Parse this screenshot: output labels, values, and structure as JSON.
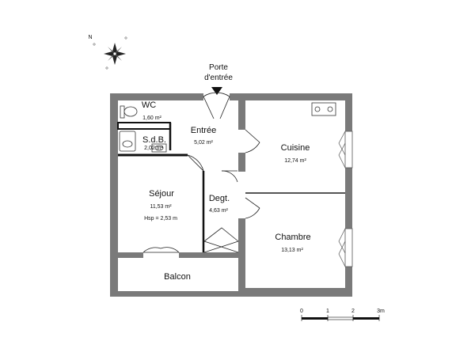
{
  "entry_label": [
    "Porte",
    "d'entrée"
  ],
  "rooms": {
    "wc": {
      "name": "WC",
      "area": "1,60 m²"
    },
    "sdb": {
      "name": "S.d.B.",
      "area": "2,02 m²"
    },
    "entree": {
      "name": "Entrée",
      "area": "5,02 m²"
    },
    "cuisine": {
      "name": "Cuisine",
      "area": "12,74 m²"
    },
    "sejour": {
      "name": "Séjour",
      "area": "11,53 m²",
      "note": "Hsp = 2,53 m"
    },
    "degt": {
      "name": "Degt.",
      "area": "4,63 m²"
    },
    "chambre": {
      "name": "Chambre",
      "area": "13,13 m²"
    },
    "balcon": {
      "name": "Balcon"
    }
  },
  "scale": {
    "ticks": [
      "0",
      "1",
      "2",
      "3m"
    ]
  },
  "compass": {
    "label": "N"
  },
  "colors": {
    "wall": "#7a7a7a",
    "line": "#222222"
  }
}
